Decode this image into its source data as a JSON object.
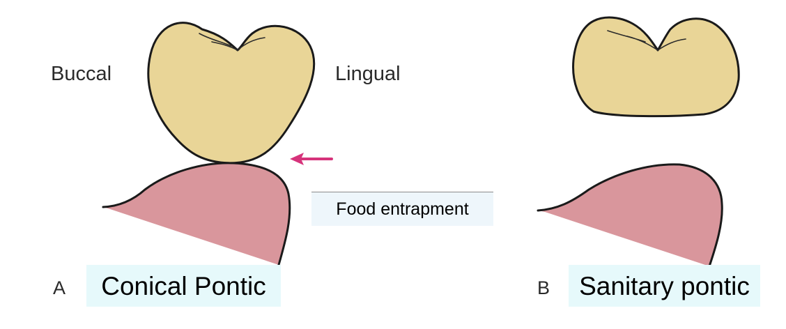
{
  "labels": {
    "buccal": "Buccal",
    "lingual": "Lingual",
    "food_entrapment": "Food entrapment"
  },
  "panels": [
    {
      "letter": "A",
      "caption": "Conical Pontic"
    },
    {
      "letter": "B",
      "caption": "Sanitary pontic"
    }
  ],
  "colors": {
    "tooth_fill": "#e9d597",
    "gum_fill": "#d9969c",
    "outline": "#1a1a1a",
    "arrow": "#d6337b",
    "caption_bg": "#e6f9fb"
  }
}
